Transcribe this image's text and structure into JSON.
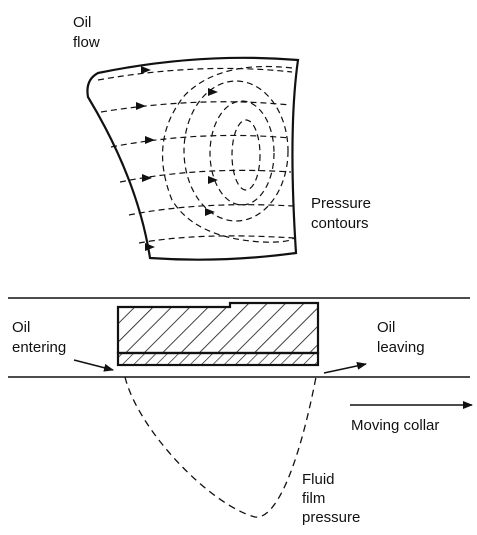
{
  "diagram": {
    "labels": {
      "oil_flow": [
        "Oil",
        "flow"
      ],
      "pressure_contours": [
        "Pressure",
        "contours"
      ],
      "oil_entering": [
        "Oil",
        "entering"
      ],
      "oil_leaving": [
        "Oil",
        "leaving"
      ],
      "moving_collar": "Moving collar",
      "fluid_film_pressure": [
        "Fluid",
        "film",
        "pressure"
      ]
    },
    "colors": {
      "ink": "#111111",
      "background": "#ffffff"
    },
    "icons": {
      "flow_arrow": "filled-triangle-arrowhead"
    }
  }
}
